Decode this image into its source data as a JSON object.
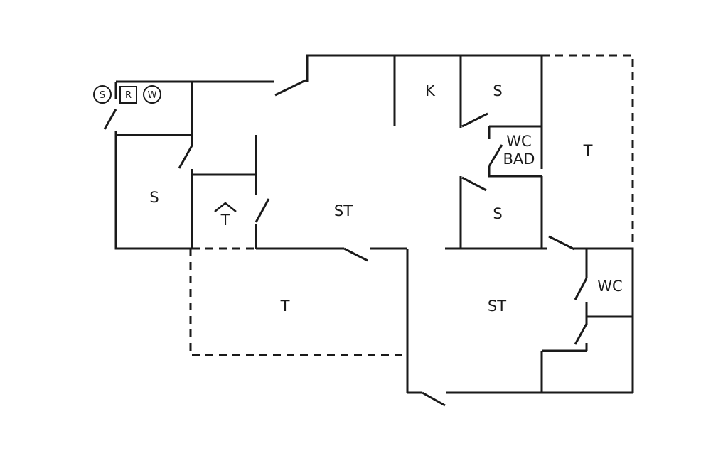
{
  "rooms": {
    "kitchen": "K",
    "bedroom_top": "S",
    "wc_bad": [
      "WC",
      "BAD"
    ],
    "terrace_right": "T",
    "bedroom_left": "S",
    "stair": "T",
    "living_top": "ST",
    "bedroom_mid": "S",
    "terrace_bottom": "T",
    "living_bottom": "ST",
    "wc_right": "WC"
  },
  "symbols": {
    "s": "S",
    "r": "R",
    "w": "W"
  }
}
